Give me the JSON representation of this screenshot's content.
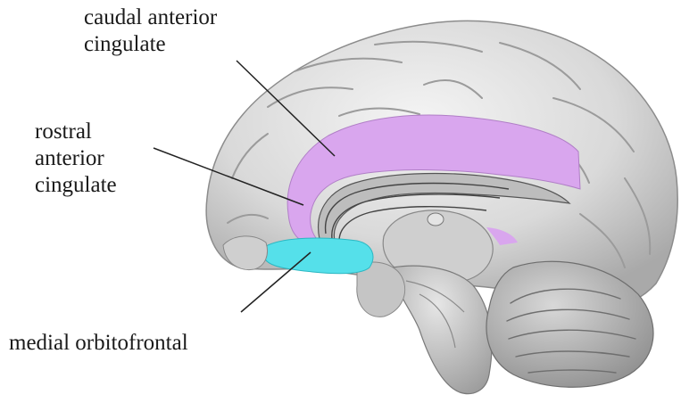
{
  "labels": {
    "caudal_anterior_cingulate": {
      "line1": "caudal anterior",
      "line2": "cingulate"
    },
    "rostral_anterior_cingulate": {
      "line1": "rostral",
      "line2": "anterior",
      "line3": "cingulate"
    },
    "medial_orbitofrontal": {
      "line1": "medial orbitofrontal"
    }
  },
  "colors": {
    "cingulate_region": "#d9a6ee",
    "orbitofrontal_region": "#55e0ea",
    "brain_surface": "#d2d2d2",
    "leader_line": "#222222"
  }
}
